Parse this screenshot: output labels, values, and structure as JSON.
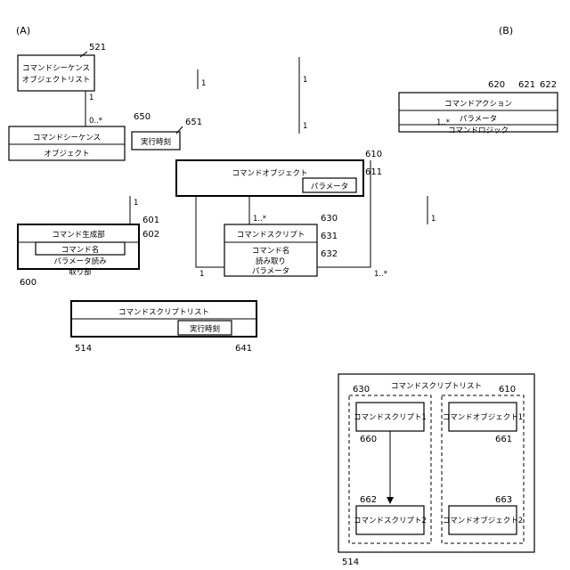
{
  "section_labels": {
    "a": "(A)",
    "b": "(B)"
  },
  "diagram_a": {
    "cmd_seq_obj_list": {
      "label_lines": [
        "コマンドシーケンス",
        "オブジェクトリスト"
      ],
      "ref": "521"
    },
    "cmd_seq_obj": {
      "label_lines": [
        "コマンドシーケンス",
        "オブジェクト"
      ],
      "ref": "650",
      "attr_label": "実行時刻",
      "attr_ref": "651"
    },
    "cmd_gen": {
      "label": "コマンド生成部",
      "ref": "600",
      "attr1_label": "コマンド名",
      "attr1_ref": "601",
      "attr2_lines": [
        "パラメータ読み",
        "取り部"
      ],
      "attr2_ref": "602"
    },
    "cmd_obj": {
      "label": "コマンドオブジェクト",
      "ref": "610",
      "attr_label": "パラメータ",
      "attr_ref": "611"
    },
    "cmd_action": {
      "label": "コマンドアクション",
      "ref": "620",
      "attr1_label": "パラメータ",
      "attr1_ref": "621",
      "attr2_label": "コマンドロジック",
      "attr2_ref": "622"
    },
    "cmd_script": {
      "label": "コマンドスクリプト",
      "ref": "630",
      "attr1_label": "コマンド名",
      "attr1_ref": "631",
      "attr2_lines": [
        "読み取り",
        "パラメータ"
      ],
      "attr2_ref": "632"
    },
    "cmd_script_list": {
      "label": "コマンドスクリプトリスト",
      "ref": "514",
      "attr_label": "実行時刻",
      "attr_ref": "641"
    },
    "multiplicities": {
      "list_one": "1",
      "seq_many": "0..*",
      "seq_one": "1",
      "obj_many_left": "1..*",
      "obj_one_top": "1",
      "action_many": "1..*",
      "gen_one": "1",
      "script_list_many": "1..*",
      "script_one": "1",
      "script_list_one": "1",
      "seq_loop_one": "1"
    }
  },
  "diagram_b": {
    "title": "コマンドスクリプトリスト",
    "outer_ref": "514",
    "obj_group_ref": "610",
    "script_group_ref": "630",
    "obj1": {
      "label": "コマンドオブジェクト1",
      "ref": "661"
    },
    "obj2": {
      "label": "コマンドオブジェクト2",
      "ref": "663"
    },
    "script1": {
      "label": "コマンドスクリプト1",
      "ref": "660"
    },
    "script2": {
      "label": "コマンドスクリプト2",
      "ref": "662"
    }
  }
}
